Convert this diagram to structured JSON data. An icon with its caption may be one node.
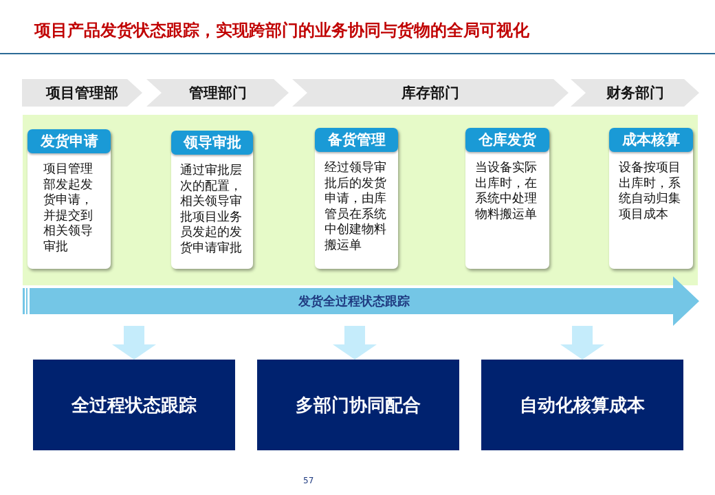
{
  "diagram": {
    "title": "项目产品发货状态跟踪，实现跨部门的业务协同与货物的全局可视化",
    "nodes": [
      {
        "text": [
          "项目管理部"
        ]
      },
      {
        "text": [
          "管理部门"
        ]
      },
      {
        "text": [
          "库存部门"
        ]
      },
      {
        "text": [
          "财务部门"
        ]
      },
      {
        "text": [
          "发货申请",
          "项目管理部发起发货申请，并提交到相关领导审批"
        ]
      },
      {
        "text": [
          "领导审批",
          "通过审批层次的配置，相关领导审批项目业务员发起的发货申请审批"
        ]
      },
      {
        "text": [
          "备货管理",
          "经过领导审批后的发货申请，由库管员在系统中创建物料搬运单"
        ]
      },
      {
        "text": [
          "仓库发货",
          "当设备实际出库时，在系统中处理物料搬运单"
        ]
      },
      {
        "text": [
          "成本核算",
          "设备按项目出库时，系统自动归集项目成本"
        ]
      },
      {
        "text": [
          "发货全过程状态跟踪"
        ]
      },
      {
        "text": [
          "全过程状态跟踪"
        ]
      },
      {
        "text": [
          "多部门协同配合"
        ]
      },
      {
        "text": [
          "自动化核算成本"
        ]
      }
    ],
    "edges": [
      {
        "from": 9,
        "to": 10,
        "arrow": "to"
      },
      {
        "from": 9,
        "to": 11,
        "arrow": "to"
      },
      {
        "from": 9,
        "to": 12,
        "arrow": "to"
      }
    ],
    "labels": [
      "57"
    ]
  }
}
